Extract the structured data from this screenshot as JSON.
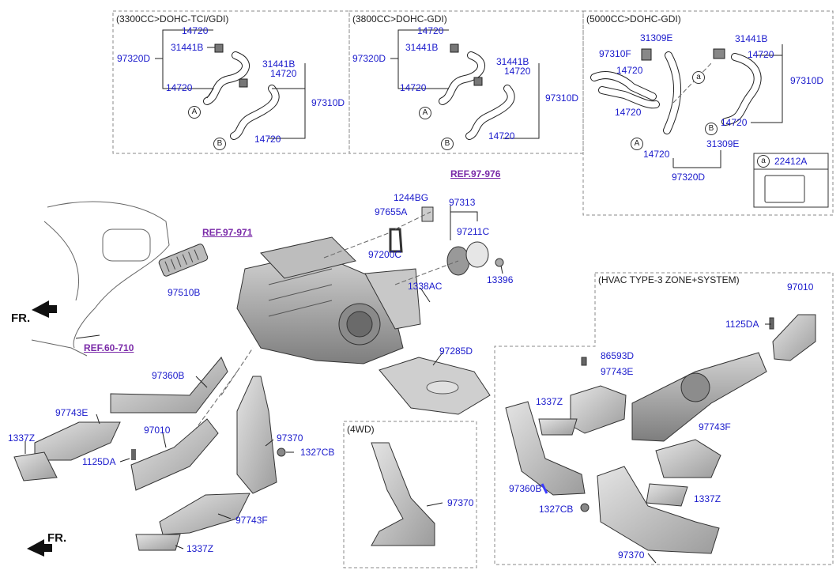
{
  "panels": {
    "p1_title": "(3300CC>DOHC-TCI/GDI)",
    "p2_title": "(3800CC>DOHC-GDI)",
    "p3_title": "(5000CC>DOHC-GDI)",
    "hvac_title": "(HVAC TYPE-3 ZONE+SYSTEM)",
    "awd_title": "(4WD)"
  },
  "refs": {
    "r1": "REF.97-976",
    "r2": "REF.97-971",
    "r3": "REF.60-710"
  },
  "fr_label": "FR.",
  "callout_a": "a",
  "callout_A": "A",
  "callout_B": "B",
  "legend_part": "22412A",
  "parts": {
    "p14720": "14720",
    "p31441B": "31441B",
    "p97320D": "97320D",
    "p97310D": "97310D",
    "p31309E": "31309E",
    "p97310F": "97310F",
    "p1244BG": "1244BG",
    "p97655A": "97655A",
    "p97313": "97313",
    "p97211C": "97211C",
    "p97200C": "97200C",
    "p13396": "13396",
    "p1338AC": "1338AC",
    "p97510B": "97510B",
    "p97285D": "97285D",
    "p97360B": "97360B",
    "p97743E": "97743E",
    "p1337Z": "1337Z",
    "p97010": "97010",
    "p1125DA": "1125DA",
    "p97370": "97370",
    "p1327CB": "1327CB",
    "p97743F": "97743F",
    "p86593D": "86593D"
  }
}
